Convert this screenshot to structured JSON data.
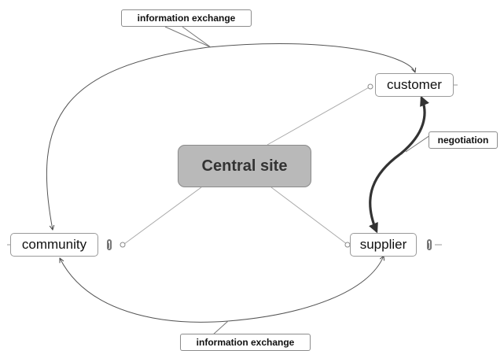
{
  "map": {
    "central": "Central site",
    "customer": "customer",
    "community": "community",
    "supplier": "supplier"
  },
  "relations": {
    "top": "information exchange",
    "bottom": "information exchange",
    "negotiation": "negotiation"
  },
  "colors": {
    "central_fill": "#b9b9b9",
    "line": "#9a9a9a",
    "relation_line": "#555555",
    "negotiation_line": "#333333"
  }
}
